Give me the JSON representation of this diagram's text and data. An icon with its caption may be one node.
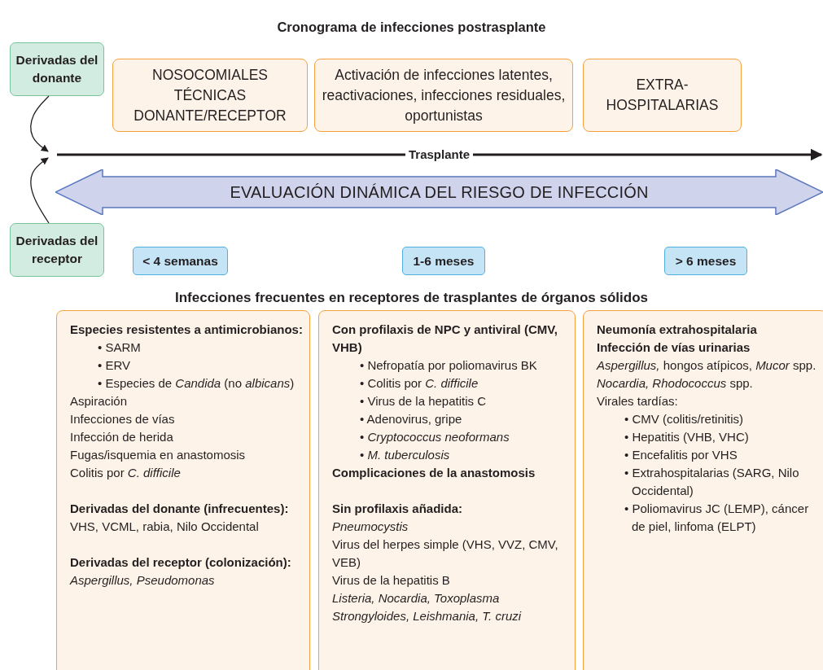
{
  "diagram": {
    "title": "Cronograma de infecciones postrasplante",
    "nodes": [
      {
        "text": [
          "Derivadas del donante"
        ]
      },
      {
        "text": [
          "Derivadas del receptor"
        ]
      },
      {
        "text": [
          "NOSOCOMIALES TÉCNICAS DONANTE/RECEPTOR"
        ]
      },
      {
        "text": [
          "Activación de infecciones latentes, reactivaciones, infecciones residuales, oportunistas"
        ]
      },
      {
        "text": [
          "EXTRA- HOSPITALARIAS"
        ]
      },
      {
        "text": [
          "EVALUACIÓN DINÁMICA DEL RIESGO DE INFECCIÓN"
        ]
      },
      {
        "text": [
          "< 4 semanas"
        ]
      },
      {
        "text": [
          "1-6 meses"
        ]
      },
      {
        "text": [
          "> 6 meses"
        ]
      },
      {
        "text": [
          "Especies resistentes a antimicrobianos:",
          "• SARM",
          "• ERV",
          "• Especies de *Candida* (no *albicans*)",
          "Aspiración",
          "Infecciones de vías",
          "Infección de herida",
          "Fugas/isquemia en anastomosis",
          "Colitis por *C. difficile*",
          "Derivadas del donante (infrecuentes):",
          "VHS, VCML, rabia, Nilo Occidental",
          "Derivadas del receptor (colonización):",
          "Aspergillus, Pseudomonas"
        ]
      },
      {
        "text": [
          "Con profilaxis de NPC y antiviral (CMV, VHB)",
          "• Nefropatía por poliomavirus BK",
          "• Colitis por *C. difficile*",
          "• Virus de la hepatitis C",
          "• Adenovirus, gripe",
          "• *Cryptococcus neoformans*",
          "• *M. tuberculosis*",
          "Complicaciones de la anastomosis",
          "Sin profilaxis añadida:",
          "Pneumocystis",
          "Virus del herpes simple (VHS, VVZ, CMV, VEB)",
          "Virus de la hepatitis B",
          "Listeria, Nocardia, Toxoplasma",
          "Strongyloides, Leishmania, T. cruzi"
        ]
      },
      {
        "text": [
          "Neumonía extrahospitalaria",
          "Infección de vías urinarias",
          "*Aspergillus,* hongos atípicos, *Mucor* spp.",
          "*Nocardia, Rhodococcus* spp.",
          "Virales tardías:",
          "• CMV (colitis/retinitis)",
          "• Hepatitis (VHB, VHC)",
          "• Encefalitis por VHS",
          "• Extrahospitalarias (SARG, Nilo Occidental)",
          "• Poliomavirus JC (LEMP), cáncer de piel, linfoma (ELPT)"
        ]
      }
    ],
    "edges": [
      {
        "from": 0,
        "to": null,
        "arrow": "to"
      },
      {
        "from": 1,
        "to": null,
        "arrow": "to"
      }
    ],
    "labels": [
      "Trasplante",
      "Infecciones frecuentes en receptores de trasplantes de órganos sólidos"
    ]
  }
}
